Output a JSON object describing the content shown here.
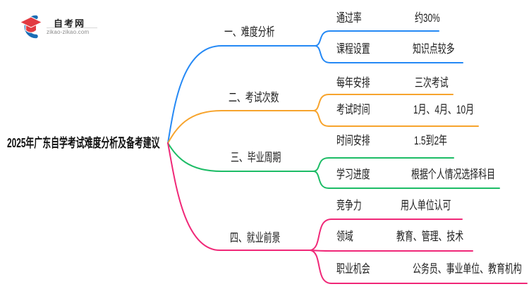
{
  "logo": {
    "brand": "自考网",
    "domain": "zikao-zikao.com",
    "icon": "graduation-cap-crescent-icon",
    "icon_colors": {
      "cap_red": "#e23b42",
      "crescent_blue": "#1b6db5"
    }
  },
  "root": {
    "title": "2025年广东自学考试难度分析及备考建议"
  },
  "colors": {
    "branch1_blue": "#2589f5",
    "branch2_orange": "#f7a42d",
    "branch3_green": "#1dbc66",
    "branch4_pink": "#f02878",
    "text": "#1b1b1b"
  },
  "branches": [
    {
      "label": "一、难度分析",
      "color": "#2589f5",
      "children": [
        {
          "label": "通过率",
          "value": "约30%"
        },
        {
          "label": "课程设置",
          "value": "知识点较多"
        }
      ]
    },
    {
      "label": "二、考试次数",
      "color": "#f7a42d",
      "children": [
        {
          "label": "每年安排",
          "value": "三次考试"
        },
        {
          "label": "考试时间",
          "value": "1月、4月、10月"
        }
      ]
    },
    {
      "label": "三、毕业周期",
      "color": "#1dbc66",
      "children": [
        {
          "label": "时间安排",
          "value": "1.5到2年"
        },
        {
          "label": "学习进度",
          "value": "根据个人情况选择科目"
        }
      ]
    },
    {
      "label": "四、就业前景",
      "color": "#f02878",
      "children": [
        {
          "label": "竞争力",
          "value": "用人单位认可"
        },
        {
          "label": "领域",
          "value": "教育、管理、技术"
        },
        {
          "label": "职业机会",
          "value": "公务员、事业单位、教育机构"
        }
      ]
    }
  ]
}
